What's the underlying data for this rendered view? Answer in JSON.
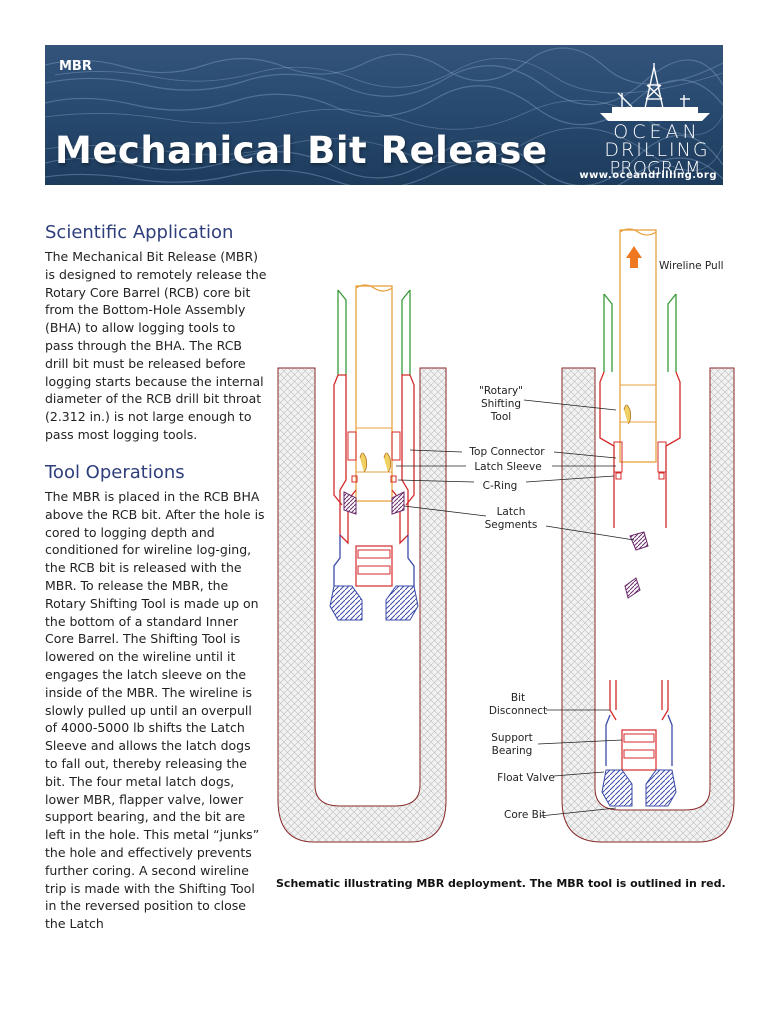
{
  "banner": {
    "tag": "MBR",
    "title": "Mechanical Bit Release",
    "logo": {
      "line1": "OCEAN",
      "line2": "DRILLING",
      "line3": "PROGRAM"
    },
    "url": "www.oceandrilling.org"
  },
  "sections": {
    "scientific_application": {
      "heading": "Scientific Application",
      "text": "The Mechanical Bit Release (MBR) is designed to remotely release the Rotary Core Barrel (RCB) core bit from the Bottom-Hole Assembly (BHA) to allow logging tools to pass through the BHA. The RCB drill bit must be released before logging starts because the internal diameter of the RCB drill bit throat (2.312 in.) is not large enough to pass most logging tools."
    },
    "tool_operations": {
      "heading": "Tool Operations",
      "text": "The MBR is placed in the RCB BHA above the RCB bit. After the hole is cored to logging depth and conditioned for wireline log-ging, the RCB bit is released with the MBR. To release the MBR, the Rotary Shifting Tool is made up on the bottom of a standard Inner Core Barrel. The Shifting Tool is lowered on the wireline until it engages the latch sleeve on the inside of the MBR. The wireline is slowly pulled up until an overpull of 4000-5000 lb shifts the Latch Sleeve and allows the latch dogs to fall out, thereby releasing the bit. The four metal latch dogs, lower MBR, flapper valve, lower support bearing, and the bit are left in the hole. This metal “junks” the hole and effectively prevents further coring. A second wireline trip is made with the Shifting Tool in the reversed position to close the Latch"
    }
  },
  "diagram": {
    "labels": {
      "wireline_pull": "Wireline Pull",
      "rotary_shifting_tool": [
        "\"Rotary\"",
        "Shifting",
        "Tool"
      ],
      "top_connector": "Top Connector",
      "latch_sleeve": "Latch Sleeve",
      "c_ring": "C-Ring",
      "latch_segments": [
        "Latch",
        "Segments"
      ],
      "bit_disconnect": [
        "Bit",
        "Disconnect"
      ],
      "support_bearing": [
        "Support",
        "Bearing"
      ],
      "float_valve": "Float Valve",
      "core_bit": "Core Bit"
    },
    "colors": {
      "mbr_tool": "#d42a2a",
      "upper_string": "#3a9a3a",
      "shifting_tool": "#e8a040",
      "bit": "#3a4aa8",
      "formation": "#8a2a2a"
    }
  },
  "caption": "Schematic illustrating MBR deployment. The MBR tool is outlined in red."
}
